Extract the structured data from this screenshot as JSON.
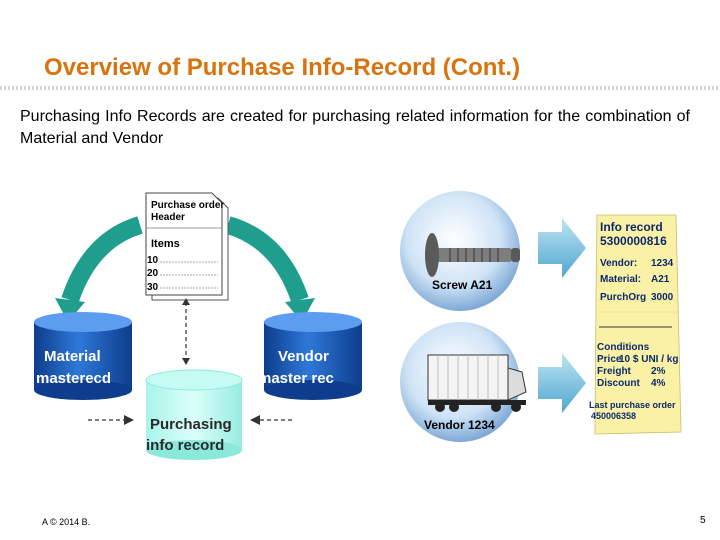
{
  "slide": {
    "title": "Overview of Purchase Info-Record (Cont.)",
    "intro": "Purchasing Info Records are created for purchasing related information for the combination of Material and Vendor",
    "footer_left": "A © 2014 B.",
    "page_number": "5"
  },
  "diagram": {
    "purchase_order": {
      "title": "Purchase order",
      "header": "Header",
      "items_label": "Items",
      "items": [
        "10",
        "20",
        "30"
      ]
    },
    "material_master": {
      "line1": "Material",
      "line2": "masterecd"
    },
    "vendor_master": {
      "line1": "Vendor",
      "line2": "master rec"
    },
    "purchasing_info_record": {
      "line1": "Purchasing",
      "line2": "info record"
    },
    "screw_circle_label": "Screw A21",
    "truck_circle_label": "Vendor 1234",
    "info_record": {
      "title": "Info record",
      "number": "5300000816",
      "vendor_label": "Vendor:",
      "vendor_value": "1234",
      "material_label": "Material:",
      "material_value": "A21",
      "purchorg_label": "PurchOrg",
      "purchorg_value": "3000",
      "conditions_label": "Conditions",
      "price_label": "Price",
      "price_value": "10 $ UNI / kg",
      "freight_label": "Freight",
      "freight_value": "2%",
      "discount_label": "Discount",
      "discount_value": "4%",
      "last_po_label": "Last purchase order",
      "last_po_value": "450006358"
    }
  },
  "colors": {
    "title": "#d9730d",
    "cylinder_blue": "#1d5fbe",
    "cylinder_teal": "#7fe8da",
    "arrow_teal": "#1f9e8d",
    "note_yellow": "#fbf1a6"
  }
}
